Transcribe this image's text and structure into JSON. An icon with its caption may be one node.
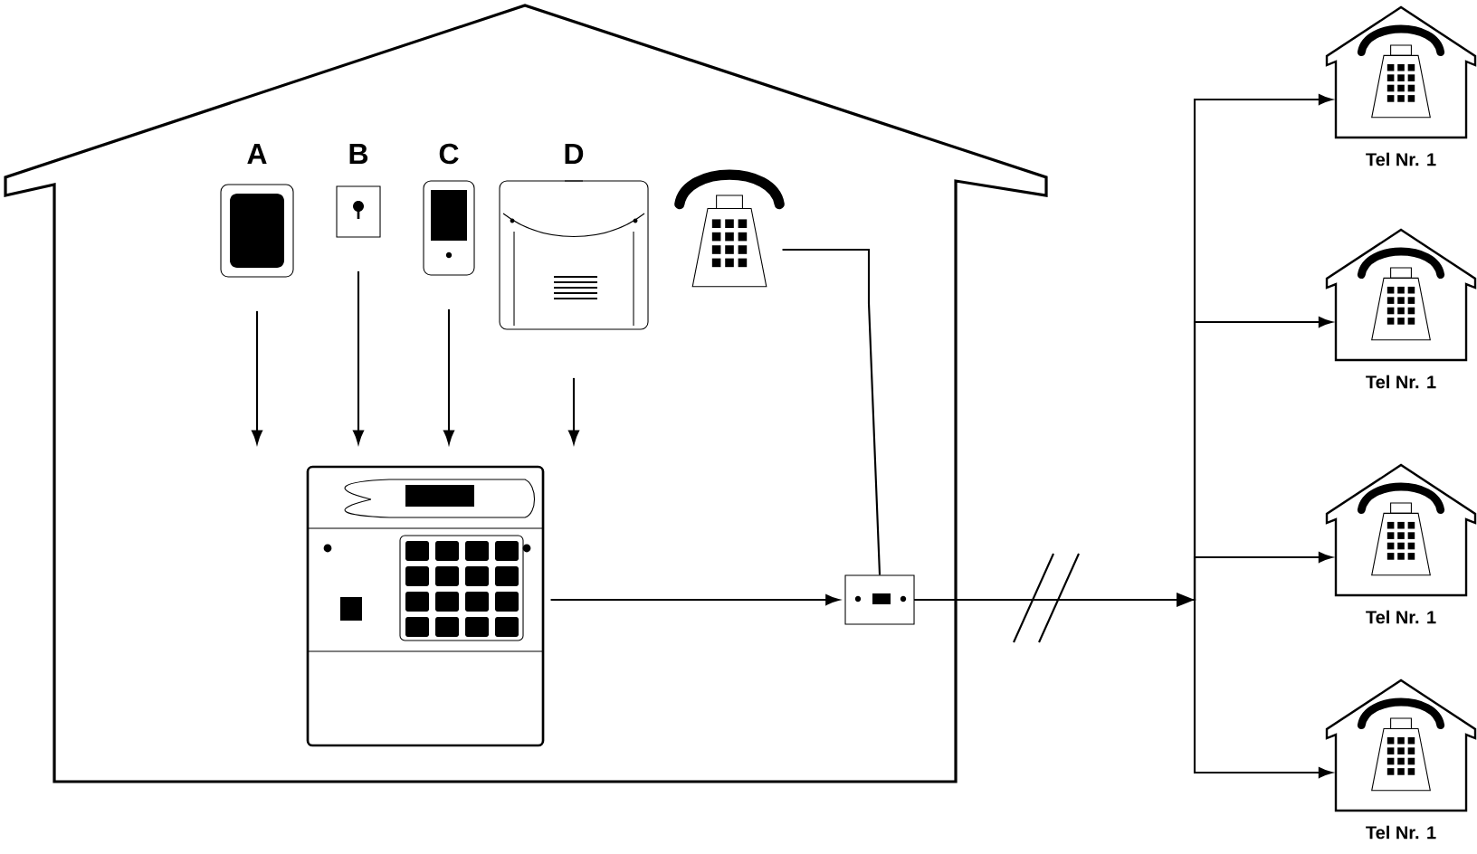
{
  "diagram": {
    "nodes": [
      {
        "text": [],
        "shape": "house"
      },
      {
        "text": [
          "A"
        ],
        "in": 0
      },
      {
        "text": [
          "B"
        ],
        "in": 0
      },
      {
        "text": [
          "C"
        ],
        "in": 0
      },
      {
        "text": [
          "D"
        ],
        "in": 0
      },
      {
        "text": [],
        "shape": "picture",
        "in": 0
      },
      {
        "text": [],
        "shape": "picture",
        "in": 0
      },
      {
        "text": [],
        "shape": "picture",
        "in": 0
      },
      {
        "text": [
          "Tel Nr. 1"
        ]
      },
      {
        "text": [
          "Tel Nr. 1"
        ]
      },
      {
        "text": [
          "Tel Nr. 1"
        ]
      },
      {
        "text": [
          "Tel Nr. 1"
        ]
      }
    ],
    "edges": [
      {
        "from": 1,
        "to": 6,
        "arrow": "to"
      },
      {
        "from": 2,
        "to": 6,
        "arrow": "to"
      },
      {
        "from": 3,
        "to": 6,
        "arrow": "to"
      },
      {
        "from": 4,
        "to": 6,
        "arrow": "to"
      },
      {
        "from": 6,
        "to": 7,
        "arrow": "to"
      },
      {
        "from": 5,
        "to": 7,
        "arrow": "none"
      },
      {
        "from": 7,
        "to": 8,
        "arrow": "to"
      },
      {
        "from": 7,
        "to": 9,
        "arrow": "to"
      },
      {
        "from": 7,
        "to": 10,
        "arrow": "to"
      },
      {
        "from": 7,
        "to": 11,
        "arrow": "to"
      }
    ]
  }
}
